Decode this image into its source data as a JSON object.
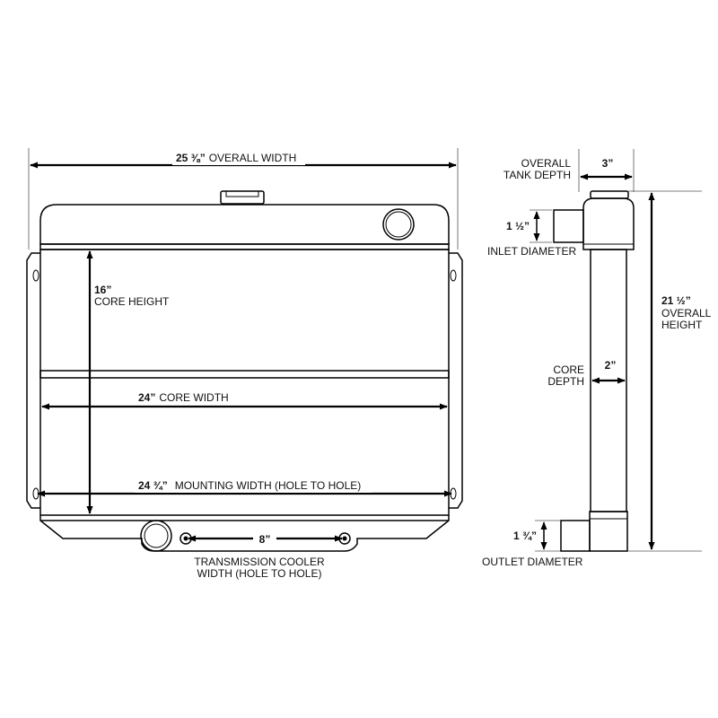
{
  "front": {
    "overall_width": {
      "value": "25 ⅜”",
      "label": "OVERALL WIDTH"
    },
    "core_height": {
      "value": "16”",
      "label": "CORE HEIGHT"
    },
    "core_width": {
      "value": "24”",
      "label": "CORE WIDTH"
    },
    "mounting_width": {
      "value": "24 ¾”",
      "label": "MOUNTING WIDTH (HOLE TO HOLE)"
    },
    "trans_cooler": {
      "value": "8”",
      "label_line1": "TRANSMISSION COOLER",
      "label_line2": "WIDTH (HOLE TO HOLE)"
    }
  },
  "side": {
    "tank_depth": {
      "value": "3”",
      "label_line1": "OVERALL",
      "label_line2": "TANK DEPTH"
    },
    "inlet": {
      "value": "1 ½”",
      "label": "INLET DIAMETER"
    },
    "core_depth": {
      "value": "2”",
      "label_line1": "CORE",
      "label_line2": "DEPTH"
    },
    "overall_height": {
      "value": "21 ½”",
      "label_line1": "OVERALL",
      "label_line2": "HEIGHT"
    },
    "outlet": {
      "value": "1 ¾”",
      "label": "OUTLET DIAMETER"
    }
  }
}
